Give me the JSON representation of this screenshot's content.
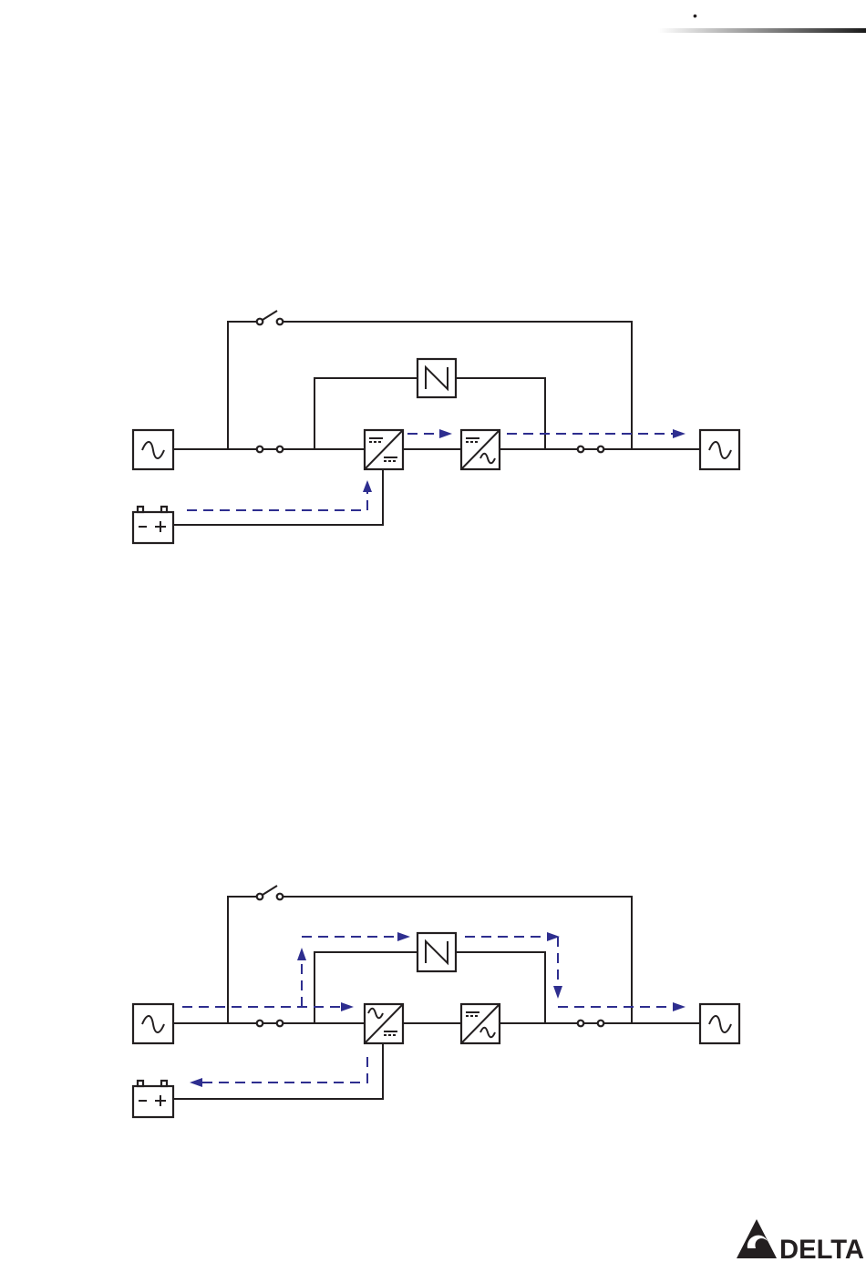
{
  "header": {
    "bullet": "•"
  },
  "brand": {
    "name": "DELTA"
  },
  "diagrams": [
    {
      "id": "top",
      "flows": [
        "battery-to-rectifier",
        "rectifier-to-inverter",
        "inverter-to-output"
      ]
    },
    {
      "id": "bottom",
      "flows": [
        "input-to-bypass-static-switch",
        "static-switch-to-output",
        "input-to-rectifier",
        "rectifier-to-battery"
      ]
    }
  ],
  "colors": {
    "line": "#231f20",
    "flow": "#2e2e8f",
    "header_gradient": "#1a1a1a"
  }
}
